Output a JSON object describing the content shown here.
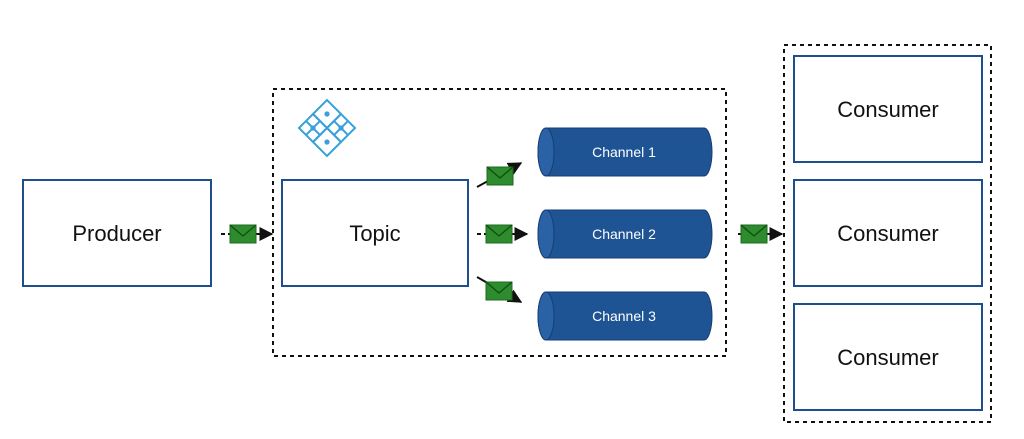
{
  "producer": {
    "label": "Producer"
  },
  "topic": {
    "label": "Topic",
    "icon": "nsq-topic-logo-icon"
  },
  "channels": [
    {
      "label": "Channel 1"
    },
    {
      "label": "Channel 2"
    },
    {
      "label": "Channel 3"
    }
  ],
  "consumers": [
    {
      "label": "Consumer"
    },
    {
      "label": "Consumer"
    },
    {
      "label": "Consumer"
    }
  ],
  "message_icon": "envelope-icon",
  "colors": {
    "box_border": "#1f4e8c",
    "channel_fill": "#1e5394",
    "channel_cap": "#3a6fb0",
    "envelope": "#2e8b2e",
    "logo": "#3aa0dc",
    "dashed": "#111111"
  }
}
